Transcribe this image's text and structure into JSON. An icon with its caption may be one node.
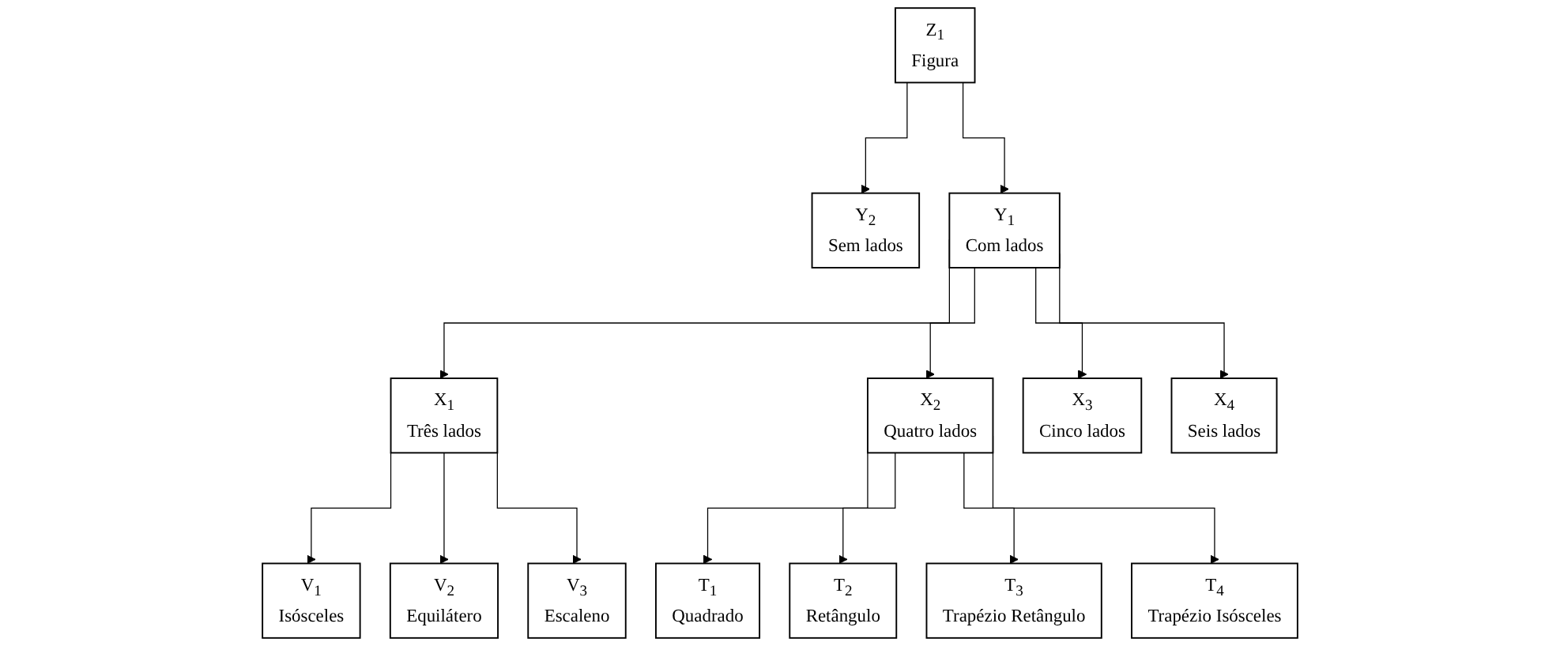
{
  "diagram": {
    "nodes": [
      {
        "text": [
          "Z$_{1}$",
          "Figura"
        ]
      },
      {
        "text": [
          "Y$_{2}$",
          "Sem lados"
        ]
      },
      {
        "text": [
          "Y$_{1}$",
          "Com lados"
        ]
      },
      {
        "text": [
          "X$_{1}$",
          "Três lados"
        ]
      },
      {
        "text": [
          "X$_{2}$",
          "Quatro lados"
        ]
      },
      {
        "text": [
          "X$_{3}$",
          "Cinco lados"
        ]
      },
      {
        "text": [
          "X$_{4}$",
          "Seis lados"
        ]
      },
      {
        "text": [
          "V$_{1}$",
          "Isósceles"
        ]
      },
      {
        "text": [
          "V$_{2}$",
          "Equilátero"
        ]
      },
      {
        "text": [
          "V$_{3}$",
          "Escaleno"
        ]
      },
      {
        "text": [
          "T$_{1}$",
          "Quadrado"
        ]
      },
      {
        "text": [
          "T$_{2}$",
          "Retângulo"
        ]
      },
      {
        "text": [
          "T$_{3}$",
          "Trapézio Retângulo"
        ]
      },
      {
        "text": [
          "T$_{4}$",
          "Trapézio Isósceles"
        ]
      }
    ],
    "edges": [
      {
        "from": 0,
        "to": 1,
        "arrow": "to"
      },
      {
        "from": 0,
        "to": 2,
        "arrow": "to"
      },
      {
        "from": 2,
        "to": 3,
        "arrow": "to"
      },
      {
        "from": 2,
        "to": 4,
        "arrow": "to"
      },
      {
        "from": 2,
        "to": 5,
        "arrow": "to"
      },
      {
        "from": 2,
        "to": 6,
        "arrow": "to"
      },
      {
        "from": 3,
        "to": 7,
        "arrow": "to"
      },
      {
        "from": 3,
        "to": 8,
        "arrow": "to"
      },
      {
        "from": 3,
        "to": 9,
        "arrow": "to"
      },
      {
        "from": 4,
        "to": 10,
        "arrow": "to"
      },
      {
        "from": 4,
        "to": 11,
        "arrow": "to"
      },
      {
        "from": 4,
        "to": 12,
        "arrow": "to"
      },
      {
        "from": 4,
        "to": 13,
        "arrow": "to"
      }
    ]
  }
}
